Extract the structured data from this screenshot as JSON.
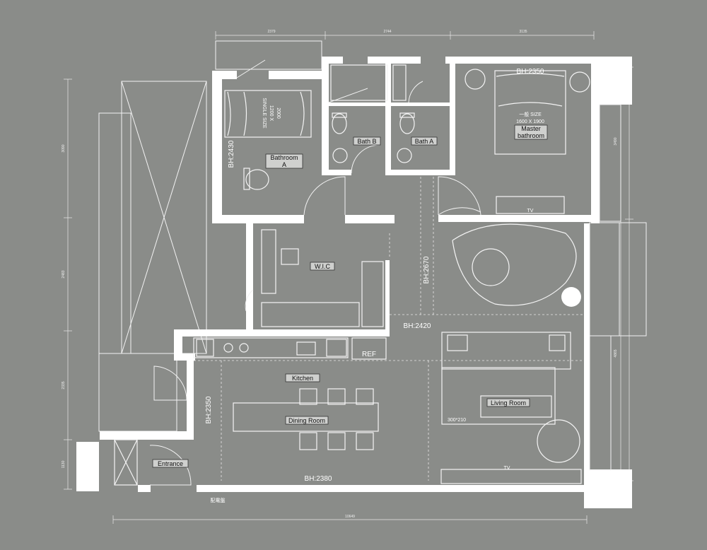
{
  "dimensions": {
    "top": [
      "2379",
      "2744",
      "3135"
    ],
    "bottom": "10649",
    "left": [
      "3090",
      "2483",
      "2335",
      "1130"
    ],
    "right": [
      "3490",
      "4865"
    ]
  },
  "rooms": {
    "bathroom_a": [
      "Bathroom",
      "A"
    ],
    "bath_b": "Bath B",
    "bath_a": "Bath A",
    "master": [
      "Master",
      "bathroom"
    ],
    "wic": "W.I.C",
    "kitchen": "Kitchen",
    "dining": "Dining Room",
    "living": "Living Room",
    "entrance": "Entrance",
    "ref": "REF"
  },
  "bed_labels": {
    "single": [
      "SINGLE SIZE",
      "1200 X",
      "2000"
    ],
    "master": [
      "一般 SIZE",
      "1600 X 1900"
    ]
  },
  "heights": {
    "bh_2350_master": "BH:2350",
    "bh_2430": "BH:2430",
    "bh_2670": "BH:2670",
    "bh_2420": "BH:2420",
    "bh_2350_dining": "BH:2350",
    "bh_2380": "BH:2380"
  },
  "misc": {
    "tv_master": "TV",
    "tv_living": "TV",
    "rug_size": "300*210",
    "panel": "配電盤"
  }
}
